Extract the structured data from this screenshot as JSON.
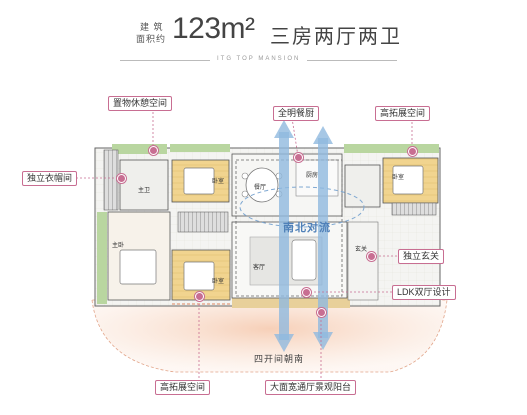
{
  "header": {
    "area_label_line1": "建 筑",
    "area_label_line2": "面积约",
    "area_value": "123m²",
    "layout_title": "三房两厅两卫",
    "subtitle": "ITG TOP MANSION"
  },
  "rooms": {
    "dining": "餐厅",
    "living": "客厅",
    "master_bathroom": "主卫",
    "bedroom": "卧室",
    "master_bedroom": "主卧",
    "entrance": "玄关",
    "kitchen": "厨房"
  },
  "overlay": {
    "flow_text": "南北对流",
    "south_label": "四开间朝南"
  },
  "callouts": {
    "storage": "置物休憩空间",
    "transparent_dining": "全明餐厨",
    "expand_ne": "高拓展空间",
    "wardrobe": "独立衣帽间",
    "foyer": "独立玄关",
    "ldk": "LDK双厅设计",
    "expand_sw": "高拓展空间",
    "balcony": "大面宽通厅景观阳台"
  },
  "colors": {
    "accent": "#c86e92",
    "arrow": "#90b9de",
    "green": "#b9d6a0",
    "bedroom": "#f4dca0",
    "balcony_glow": "#f7d7c4"
  }
}
